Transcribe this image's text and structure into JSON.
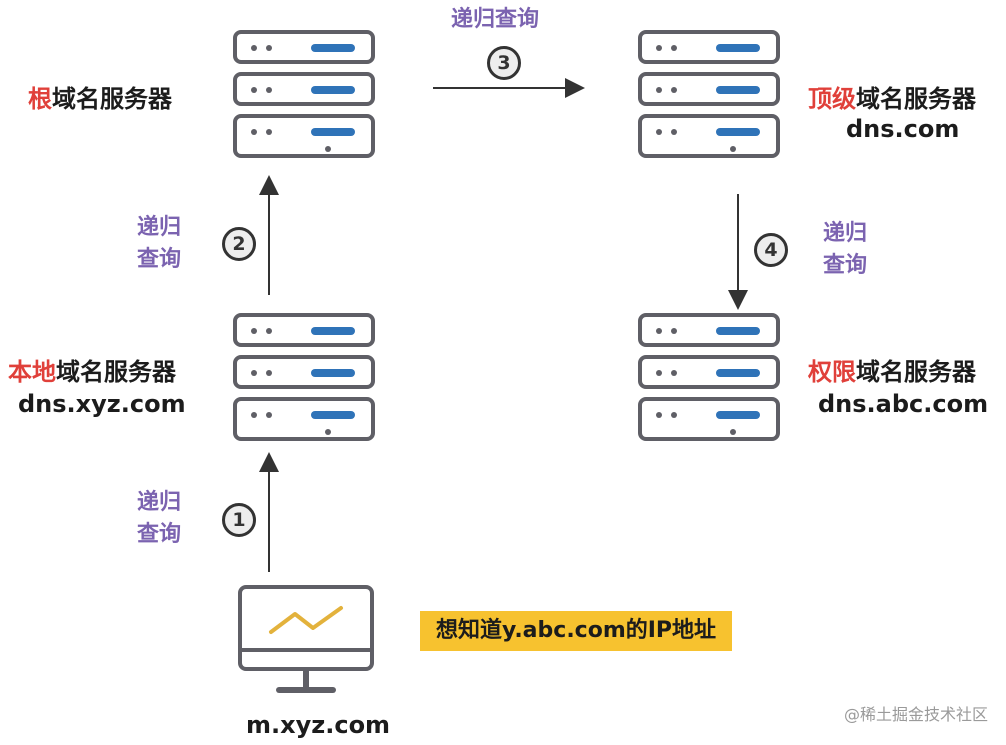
{
  "servers": {
    "root": {
      "highlight": "根",
      "rest": "域名服务器",
      "domain": ""
    },
    "tld": {
      "highlight": "顶级",
      "rest": "域名服务器",
      "domain": "dns.com"
    },
    "local": {
      "highlight": "本地",
      "rest": "域名服务器",
      "domain": "dns.xyz.com"
    },
    "authoritative": {
      "highlight": "权限",
      "rest": "域名服务器",
      "domain": "dns.abc.com"
    }
  },
  "client": {
    "domain": "m.xyz.com"
  },
  "steps": [
    {
      "num": "1",
      "label_line1": "递归",
      "label_line2": "查询"
    },
    {
      "num": "2",
      "label_line1": "递归",
      "label_line2": "查询"
    },
    {
      "num": "3",
      "label": "递归查询"
    },
    {
      "num": "4",
      "label_line1": "递归",
      "label_line2": "查询"
    }
  ],
  "callout": "想知道y.abc.com的IP地址",
  "watermark": "@稀土掘金技术社区",
  "colors": {
    "highlight": "#e0403a",
    "step_label": "#7b63b0",
    "server_bar": "#2f73b8",
    "callout_bg": "#f7c22f"
  }
}
